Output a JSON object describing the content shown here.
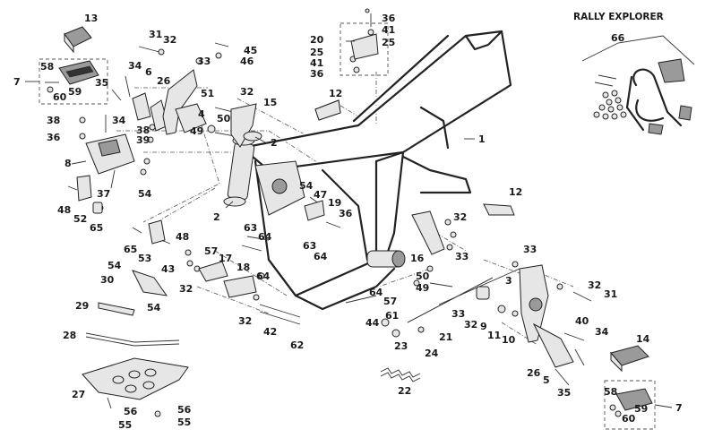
{
  "title": "RALLY EXPLORER",
  "rally_explorer_label": "66",
  "callouts": [
    {
      "id": "c13",
      "label": "13"
    },
    {
      "id": "c31a",
      "label": "31"
    },
    {
      "id": "c32a",
      "label": "32"
    },
    {
      "id": "c45",
      "label": "45"
    },
    {
      "id": "c46",
      "label": "46"
    },
    {
      "id": "c7a",
      "label": "7"
    },
    {
      "id": "c58a",
      "label": "58"
    },
    {
      "id": "c60a",
      "label": "60"
    },
    {
      "id": "c59a",
      "label": "59"
    },
    {
      "id": "c35a",
      "label": "35"
    },
    {
      "id": "c34a",
      "label": "34"
    },
    {
      "id": "c6",
      "label": "6"
    },
    {
      "id": "c26a",
      "label": "26"
    },
    {
      "id": "c33a",
      "label": "33"
    },
    {
      "id": "c51",
      "label": "51"
    },
    {
      "id": "c32b",
      "label": "32"
    },
    {
      "id": "c15",
      "label": "15"
    },
    {
      "id": "c38a",
      "label": "38"
    },
    {
      "id": "c34b",
      "label": "34"
    },
    {
      "id": "c38b",
      "label": "38"
    },
    {
      "id": "c4",
      "label": "4"
    },
    {
      "id": "c36a",
      "label": "36"
    },
    {
      "id": "c39",
      "label": "39"
    },
    {
      "id": "c49a",
      "label": "49"
    },
    {
      "id": "c50a",
      "label": "50"
    },
    {
      "id": "c2a",
      "label": "2"
    },
    {
      "id": "c8",
      "label": "8"
    },
    {
      "id": "c37",
      "label": "37"
    },
    {
      "id": "c54a",
      "label": "54"
    },
    {
      "id": "c48a",
      "label": "48"
    },
    {
      "id": "c52",
      "label": "52"
    },
    {
      "id": "c65a",
      "label": "65"
    },
    {
      "id": "c36b",
      "label": "36"
    },
    {
      "id": "c41a",
      "label": "41"
    },
    {
      "id": "c25a",
      "label": "25"
    },
    {
      "id": "c20",
      "label": "20"
    },
    {
      "id": "c25b",
      "label": "25"
    },
    {
      "id": "c41b",
      "label": "41"
    },
    {
      "id": "c36c",
      "label": "36"
    },
    {
      "id": "c12a",
      "label": "12"
    },
    {
      "id": "c1",
      "label": "1"
    },
    {
      "id": "c12b",
      "label": "12"
    },
    {
      "id": "c2b",
      "label": "2"
    },
    {
      "id": "c54b",
      "label": "54"
    },
    {
      "id": "c47",
      "label": "47"
    },
    {
      "id": "c19",
      "label": "19"
    },
    {
      "id": "c36d",
      "label": "36"
    },
    {
      "id": "c63a",
      "label": "63"
    },
    {
      "id": "c64a",
      "label": "64"
    },
    {
      "id": "c63b",
      "label": "63"
    },
    {
      "id": "c64b",
      "label": "64"
    },
    {
      "id": "c65b",
      "label": "65"
    },
    {
      "id": "c53",
      "label": "53"
    },
    {
      "id": "c48b",
      "label": "48"
    },
    {
      "id": "c57a",
      "label": "57"
    },
    {
      "id": "c43",
      "label": "43"
    },
    {
      "id": "c17",
      "label": "17"
    },
    {
      "id": "c32c",
      "label": "32"
    },
    {
      "id": "c54c",
      "label": "54"
    },
    {
      "id": "c30",
      "label": "30"
    },
    {
      "id": "c29",
      "label": "29"
    },
    {
      "id": "c54d",
      "label": "54"
    },
    {
      "id": "c18",
      "label": "18"
    },
    {
      "id": "c64c",
      "label": "64"
    },
    {
      "id": "c32d",
      "label": "32"
    },
    {
      "id": "c42",
      "label": "42"
    },
    {
      "id": "c62",
      "label": "62"
    },
    {
      "id": "c28",
      "label": "28"
    },
    {
      "id": "c27",
      "label": "27"
    },
    {
      "id": "c56a",
      "label": "56"
    },
    {
      "id": "c55a",
      "label": "55"
    },
    {
      "id": "c56b",
      "label": "56"
    },
    {
      "id": "c55b",
      "label": "55"
    },
    {
      "id": "c16",
      "label": "16"
    },
    {
      "id": "c32e",
      "label": "32"
    },
    {
      "id": "c33b",
      "label": "33"
    },
    {
      "id": "c50b",
      "label": "50"
    },
    {
      "id": "c49b",
      "label": "49"
    },
    {
      "id": "c64d",
      "label": "64"
    },
    {
      "id": "c57b",
      "label": "57"
    },
    {
      "id": "c44",
      "label": "44"
    },
    {
      "id": "c61",
      "label": "61"
    },
    {
      "id": "c21",
      "label": "21"
    },
    {
      "id": "c23",
      "label": "23"
    },
    {
      "id": "c24",
      "label": "24"
    },
    {
      "id": "c22",
      "label": "22"
    },
    {
      "id": "c33c",
      "label": "33"
    },
    {
      "id": "c3",
      "label": "3"
    },
    {
      "id": "c33d",
      "label": "33"
    },
    {
      "id": "c32f",
      "label": "32"
    },
    {
      "id": "c9",
      "label": "9"
    },
    {
      "id": "c11",
      "label": "11"
    },
    {
      "id": "c10",
      "label": "10"
    },
    {
      "id": "c32g",
      "label": "32"
    },
    {
      "id": "c31b",
      "label": "31"
    },
    {
      "id": "c40",
      "label": "40"
    },
    {
      "id": "c34c",
      "label": "34"
    },
    {
      "id": "c14",
      "label": "14"
    },
    {
      "id": "c26b",
      "label": "26"
    },
    {
      "id": "c5",
      "label": "5"
    },
    {
      "id": "c35b",
      "label": "35"
    },
    {
      "id": "c58b",
      "label": "58"
    },
    {
      "id": "c59b",
      "label": "59"
    },
    {
      "id": "c60b",
      "label": "60"
    },
    {
      "id": "c7b",
      "label": "7"
    }
  ]
}
